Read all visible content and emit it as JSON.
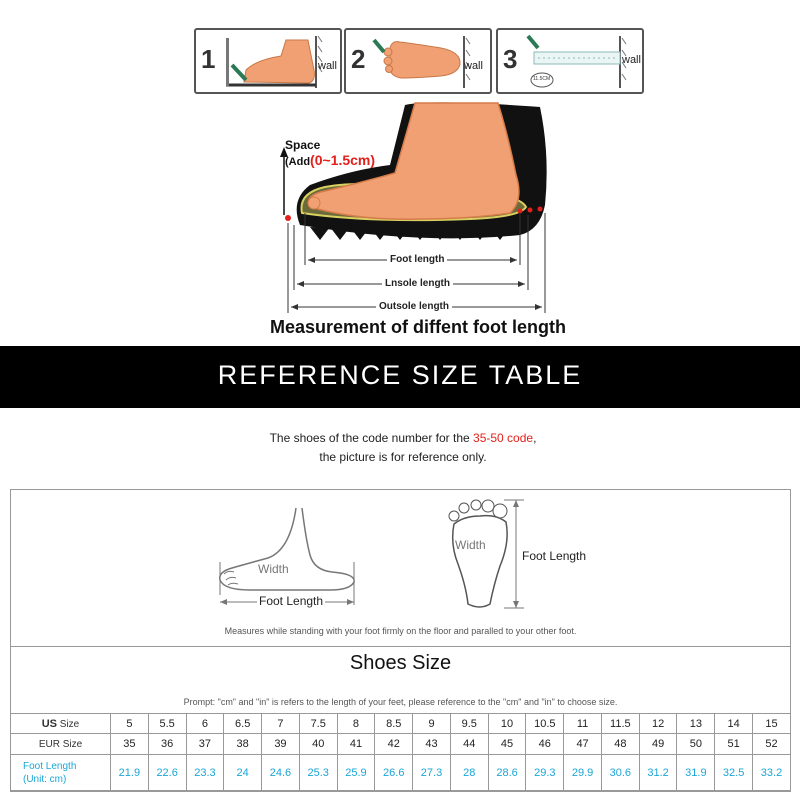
{
  "steps": [
    {
      "number": "1",
      "wall_label": "wall"
    },
    {
      "number": "2",
      "wall_label": "wall"
    },
    {
      "number": "3",
      "wall_label": "wall",
      "ruler_tag": "11.5CM"
    }
  ],
  "measurement": {
    "space_label": "Space",
    "space_add": "(Add",
    "space_range": "(0~1.5cm)",
    "foot_length": "Foot length",
    "insole_length": "Lnsole length",
    "outsole_length": "Outsole length",
    "title": "Measurement of diffent foot length"
  },
  "banner": {
    "title": "REFERENCE SIZE TABLE"
  },
  "note": {
    "line1_before": "The shoes of the code number for the ",
    "line1_highlight": "35-50 code",
    "line1_after": ",",
    "line2": "the picture is for reference only."
  },
  "diagram": {
    "width_label_side": "Width",
    "foot_length_side": "Foot Length",
    "width_label_top": "Width",
    "foot_length_top": "Foot Length",
    "caption": "Measures while standing with your foot firmly on the floor and paralled to your other foot."
  },
  "size_table": {
    "title": "Shoes Size",
    "prompt": "Prompt: \"cm\" and \"in\" is refers to the length of your feet, please reference to the \"cm\" and \"in\" to choose size.",
    "us_label_bold": "US",
    "us_label_rest": " Size",
    "eur_label": "EUR Size",
    "len_label_line1": "Foot Length",
    "len_label_line2": "(Unit: cm)",
    "us": [
      "5",
      "5.5",
      "6",
      "6.5",
      "7",
      "7.5",
      "8",
      "8.5",
      "9",
      "9.5",
      "10",
      "10.5",
      "11",
      "11.5",
      "12",
      "13",
      "14",
      "15"
    ],
    "eur": [
      "35",
      "36",
      "37",
      "38",
      "39",
      "40",
      "41",
      "42",
      "43",
      "44",
      "45",
      "46",
      "47",
      "48",
      "49",
      "50",
      "51",
      "52"
    ],
    "length_cm": [
      "21.9",
      "22.6",
      "23.3",
      "24",
      "24.6",
      "25.3",
      "25.9",
      "26.6",
      "27.3",
      "28",
      "28.6",
      "29.3",
      "29.9",
      "30.6",
      "31.2",
      "31.9",
      "32.5",
      "33.2"
    ]
  },
  "colors": {
    "banner_bg": "#000000",
    "highlight_red": "#e3201b",
    "length_blue": "#1aa6d8",
    "foot_skin": "#f0a072"
  }
}
